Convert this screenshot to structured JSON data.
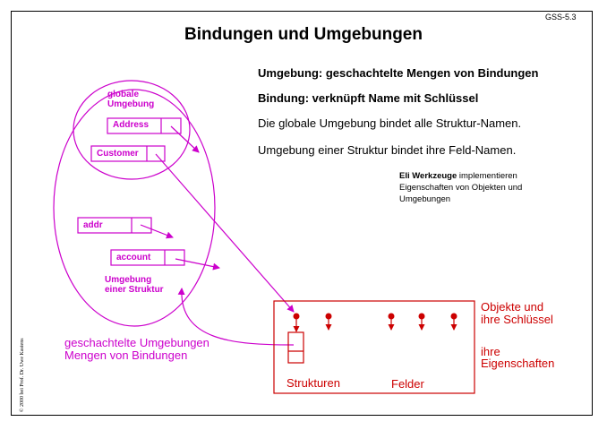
{
  "page_id": "GSS-5.3",
  "title": "Bindungen und Umgebungen",
  "definitions": {
    "umgebung": "Umgebung: geschachtelte Mengen von Bindungen",
    "bindung": "Bindung: verknüpft Name mit Schlüssel"
  },
  "statements": {
    "global": "Die globale Umgebung bindet alle Struktur-Namen.",
    "struct": "Umgebung einer Struktur bindet ihre Feld-Namen."
  },
  "tool_note": {
    "bold": "Eli Werkzeuge",
    "rest": " implementieren Eigenschaften von Objekten und Umgebungen"
  },
  "diagram": {
    "global_env_line1": "globale",
    "global_env_line2": "Umgebung",
    "address": "Address",
    "customer": "Customer",
    "addr": "addr",
    "account": "account",
    "struct_env_line1": "Umgebung",
    "struct_env_line2": "einer Struktur",
    "nested_line1": "geschachtelte Umgebungen",
    "nested_line2": "Mengen von Bindungen",
    "objects_line1": "Objekte und",
    "objects_line2": "ihre Schlüssel",
    "props_line1": "ihre",
    "props_line2": "Eigenschaften",
    "strukturen": "Strukturen",
    "felder": "Felder"
  },
  "colors": {
    "environment": "#cc00cc",
    "objects": "#cc0000"
  },
  "copyright": "© 2000 bei Prof. Dr. Uwe Kastens"
}
